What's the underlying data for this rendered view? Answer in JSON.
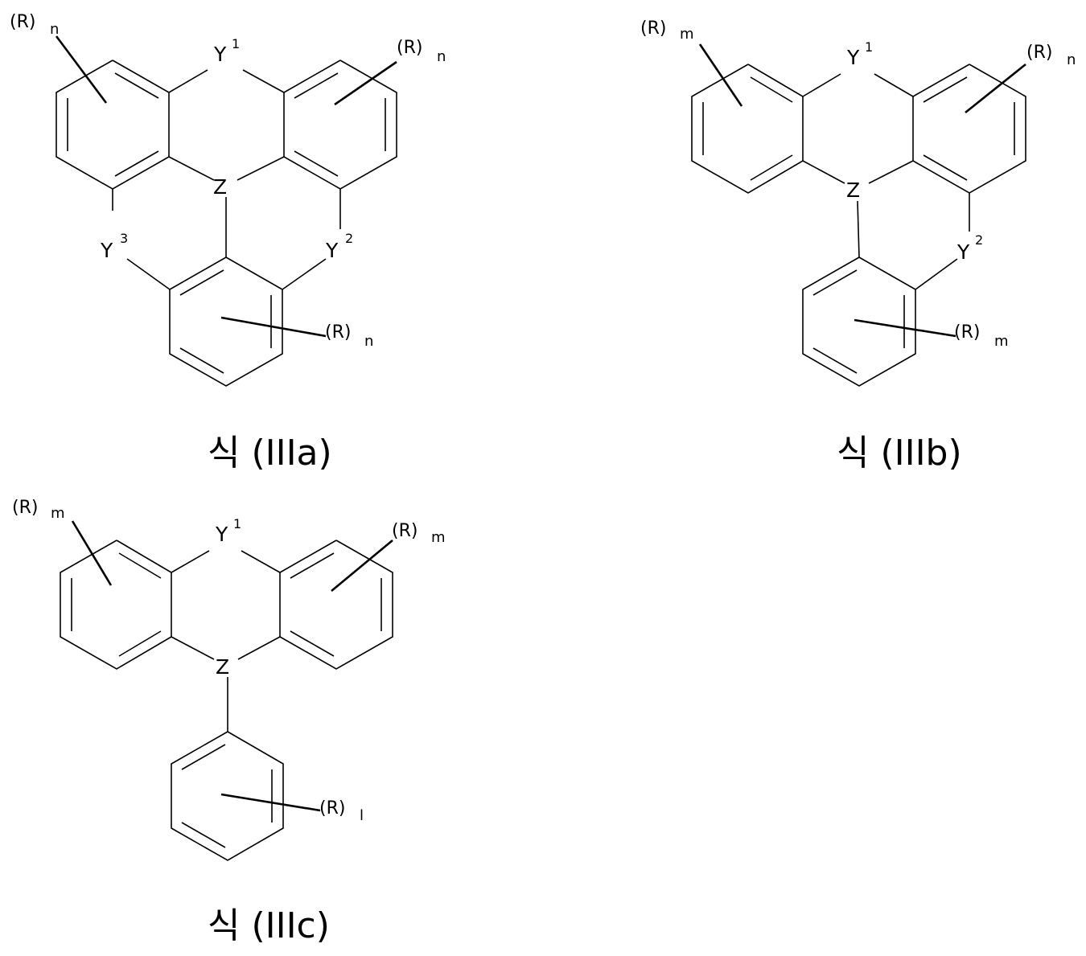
{
  "formulas": {
    "IIIa": {
      "caption": "식 (IIIa)",
      "atoms": {
        "y1": "Y",
        "y1_sup": "1",
        "z": "Z",
        "y2": "Y",
        "y2_sup": "2",
        "y3": "Y",
        "y3_sup": "3"
      },
      "substituents": {
        "left": {
          "r": "(R)",
          "idx": "n"
        },
        "right": {
          "r": "(R)",
          "idx": "n"
        },
        "bottom": {
          "r": "(R)",
          "idx": "n"
        }
      }
    },
    "IIIb": {
      "caption": "식 (IIIb)",
      "atoms": {
        "y1": "Y",
        "y1_sup": "1",
        "z": "Z",
        "y2": "Y",
        "y2_sup": "2"
      },
      "substituents": {
        "left": {
          "r": "(R)",
          "idx": "m"
        },
        "right": {
          "r": "(R)",
          "idx": "n"
        },
        "bottom": {
          "r": "(R)",
          "idx": "m"
        }
      }
    },
    "IIIc": {
      "caption": "식 (IIIc)",
      "atoms": {
        "y1": "Y",
        "y1_sup": "1",
        "z": "Z"
      },
      "substituents": {
        "left": {
          "r": "(R)",
          "idx": "m"
        },
        "right": {
          "r": "(R)",
          "idx": "m"
        },
        "bottom": {
          "r": "(R)",
          "idx": "l"
        }
      }
    }
  }
}
